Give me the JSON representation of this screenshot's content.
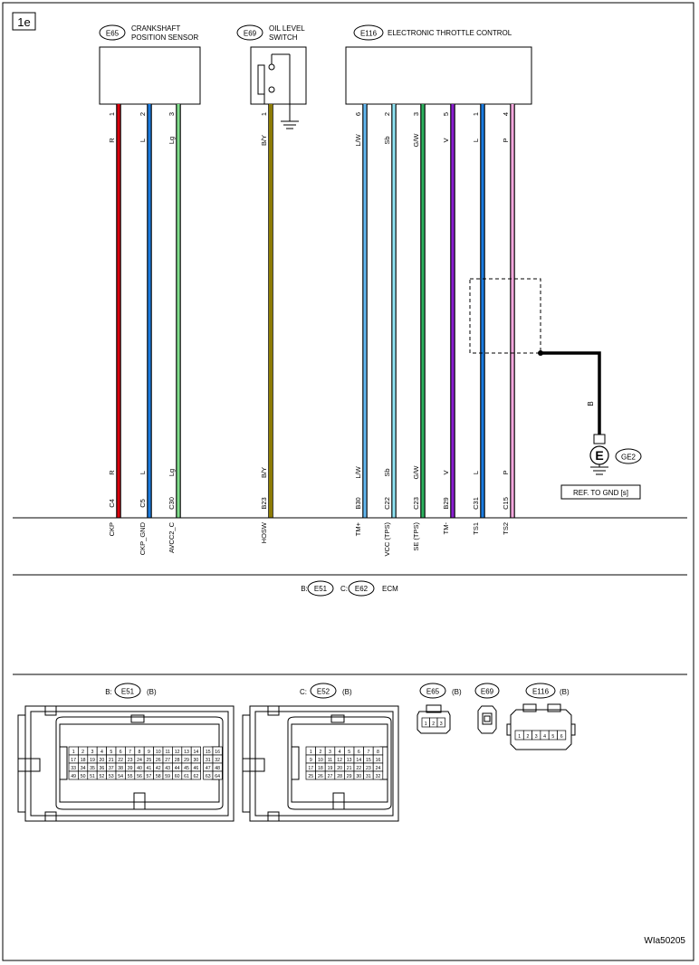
{
  "page": {
    "section_label": "1e",
    "figure_id": "WIa50205"
  },
  "colors": {
    "R": "#d8000c",
    "L": "#1a7be0",
    "Lg": "#7fdc8a",
    "BY_main": "#f0d000",
    "BY_stripe": "#111111",
    "LW": "#63b8f0",
    "Sb": "#8fe4f4",
    "GW": "#2cb15e",
    "V": "#8a1ed0",
    "P": "#f4a6dc",
    "B": "#000000"
  },
  "components": {
    "e65": {
      "code": "E65",
      "name_line1": "CRANKSHAFT",
      "name_line2": "POSITION SENSOR"
    },
    "e69": {
      "code": "E69",
      "name_line1": "OIL LEVEL",
      "name_line2": "SWITCH"
    },
    "e116": {
      "code": "E116",
      "name": "ELECTRONIC THROTTLE CONTROL"
    }
  },
  "wires": [
    {
      "pin": "1",
      "color_code": "R",
      "ecm_pin": "C4",
      "signal": "CKP"
    },
    {
      "pin": "2",
      "color_code": "L",
      "ecm_pin": "C5",
      "signal": "CKP_GND"
    },
    {
      "pin": "3",
      "color_code": "Lg",
      "ecm_pin": "C30",
      "signal": "AVCC2_C"
    },
    {
      "pin": "1",
      "color_code": "B/Y",
      "ecm_pin": "B23",
      "signal": "HOSW"
    },
    {
      "pin": "6",
      "color_code": "L/W",
      "ecm_pin": "B30",
      "signal": "TM+"
    },
    {
      "pin": "2",
      "color_code": "Sb",
      "ecm_pin": "C22",
      "signal": "VCC (TPS)"
    },
    {
      "pin": "3",
      "color_code": "G/W",
      "ecm_pin": "C23",
      "signal": "SE (TPS)"
    },
    {
      "pin": "5",
      "color_code": "V",
      "ecm_pin": "B29",
      "signal": "TM-"
    },
    {
      "pin": "1",
      "color_code": "L",
      "ecm_pin": "C31",
      "signal": "TS1"
    },
    {
      "pin": "4",
      "color_code": "P",
      "ecm_pin": "C15",
      "signal": "TS2"
    }
  ],
  "ground": {
    "wire_color": "B",
    "symbol_letter": "E",
    "code": "GE2",
    "ref_text": "REF. TO GND [s]"
  },
  "ecm": {
    "b_prefix": "B:",
    "b_code": "E51",
    "c_prefix": "C:",
    "c_code": "E62",
    "name": "ECM"
  },
  "connector_views": {
    "e51": {
      "prefix": "B:",
      "code": "E51",
      "suffix": "(B)"
    },
    "e52": {
      "prefix": "C:",
      "code": "E52",
      "suffix": "(B)"
    },
    "e65": {
      "code": "E65",
      "suffix": "(B)"
    },
    "e69": {
      "code": "E69"
    },
    "e116": {
      "code": "E116",
      "suffix": "(B)"
    }
  },
  "e51_pins": [
    [
      "1",
      "2",
      "3",
      "4",
      "5",
      "6",
      "7",
      "8",
      "9",
      "10",
      "11",
      "12",
      "13",
      "14",
      "15",
      "16"
    ],
    [
      "17",
      "18",
      "19",
      "20",
      "21",
      "22",
      "23",
      "24",
      "25",
      "26",
      "27",
      "28",
      "29",
      "30",
      "31",
      "32"
    ],
    [
      "33",
      "34",
      "35",
      "36",
      "37",
      "38",
      "39",
      "40",
      "41",
      "42",
      "43",
      "44",
      "45",
      "46",
      "47",
      "48"
    ],
    [
      "49",
      "50",
      "51",
      "52",
      "53",
      "54",
      "55",
      "56",
      "57",
      "58",
      "59",
      "60",
      "61",
      "62",
      "63",
      "64"
    ]
  ],
  "e52_pins": [
    [
      "1",
      "2",
      "3",
      "4",
      "5",
      "6",
      "7",
      "8"
    ],
    [
      "9",
      "10",
      "11",
      "12",
      "13",
      "14",
      "15",
      "16"
    ],
    [
      "17",
      "18",
      "19",
      "20",
      "21",
      "22",
      "23",
      "24"
    ],
    [
      "25",
      "26",
      "27",
      "28",
      "29",
      "30",
      "31",
      "32"
    ]
  ],
  "e65_pins": [
    "1",
    "2",
    "3"
  ],
  "e116_pins": [
    "1",
    "2",
    "3",
    "4",
    "5",
    "6"
  ]
}
